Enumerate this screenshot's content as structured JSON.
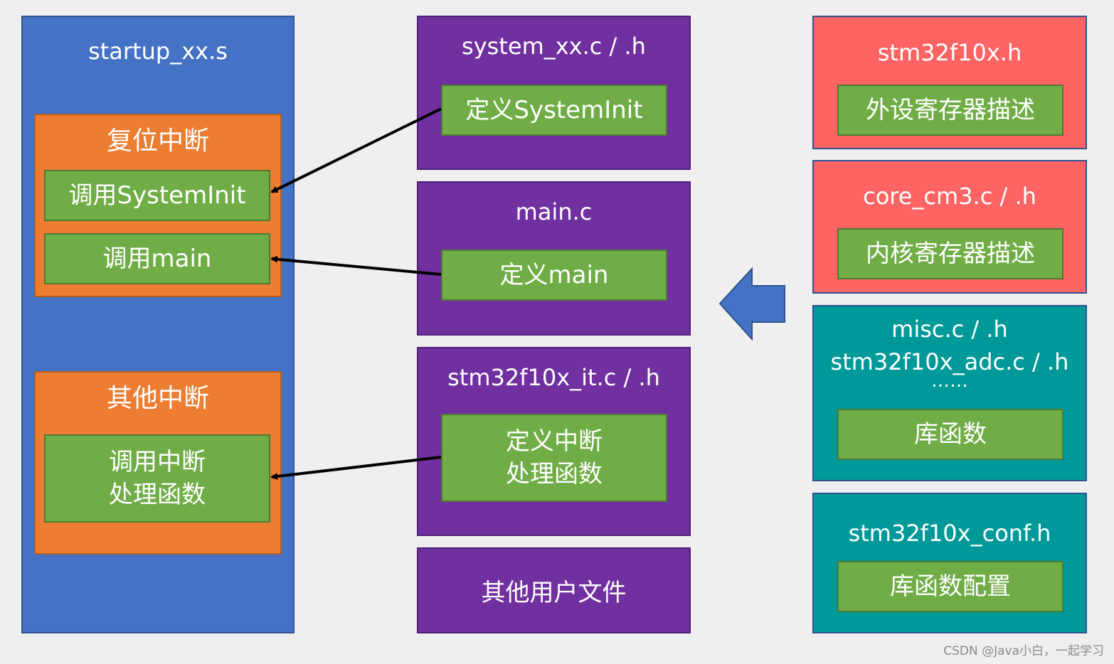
{
  "startup": {
    "title": "startup_xx.s",
    "reset": {
      "title": "复位中断",
      "call_systeminit": "调用SystemInit",
      "call_main": "调用main"
    },
    "other": {
      "title": "其他中断",
      "call_handler_line1": "调用中断",
      "call_handler_line2": "处理函数"
    }
  },
  "middle": {
    "system": {
      "title": "system_xx.c / .h",
      "define": "定义SystemInit"
    },
    "main": {
      "title": "main.c",
      "define": "定义main"
    },
    "it": {
      "title": "stm32f10x_it.c / .h",
      "define_line1": "定义中断",
      "define_line2": "处理函数"
    },
    "user_files": "其他用户文件"
  },
  "right": {
    "stm32": {
      "title": "stm32f10x.h",
      "desc": "外设寄存器描述"
    },
    "core": {
      "title": "core_cm3.c / .h",
      "desc": "内核寄存器描述"
    },
    "lib": {
      "line1": "misc.c / .h",
      "line2": "stm32f10x_adc.c / .h",
      "line3": "……",
      "desc": "库函数"
    },
    "conf": {
      "title": "stm32f10x_conf.h",
      "desc": "库函数配置"
    }
  },
  "watermark": "CSDN @Java小白，一起学习",
  "colors": {
    "startup": "#4472c4",
    "interrupt": "#ed7d31",
    "middle": "#7030a0",
    "green": "#70ad47",
    "red": "#ff6464",
    "teal": "#009999",
    "arrow": "#000000",
    "block_arrow": "#4472c4"
  }
}
